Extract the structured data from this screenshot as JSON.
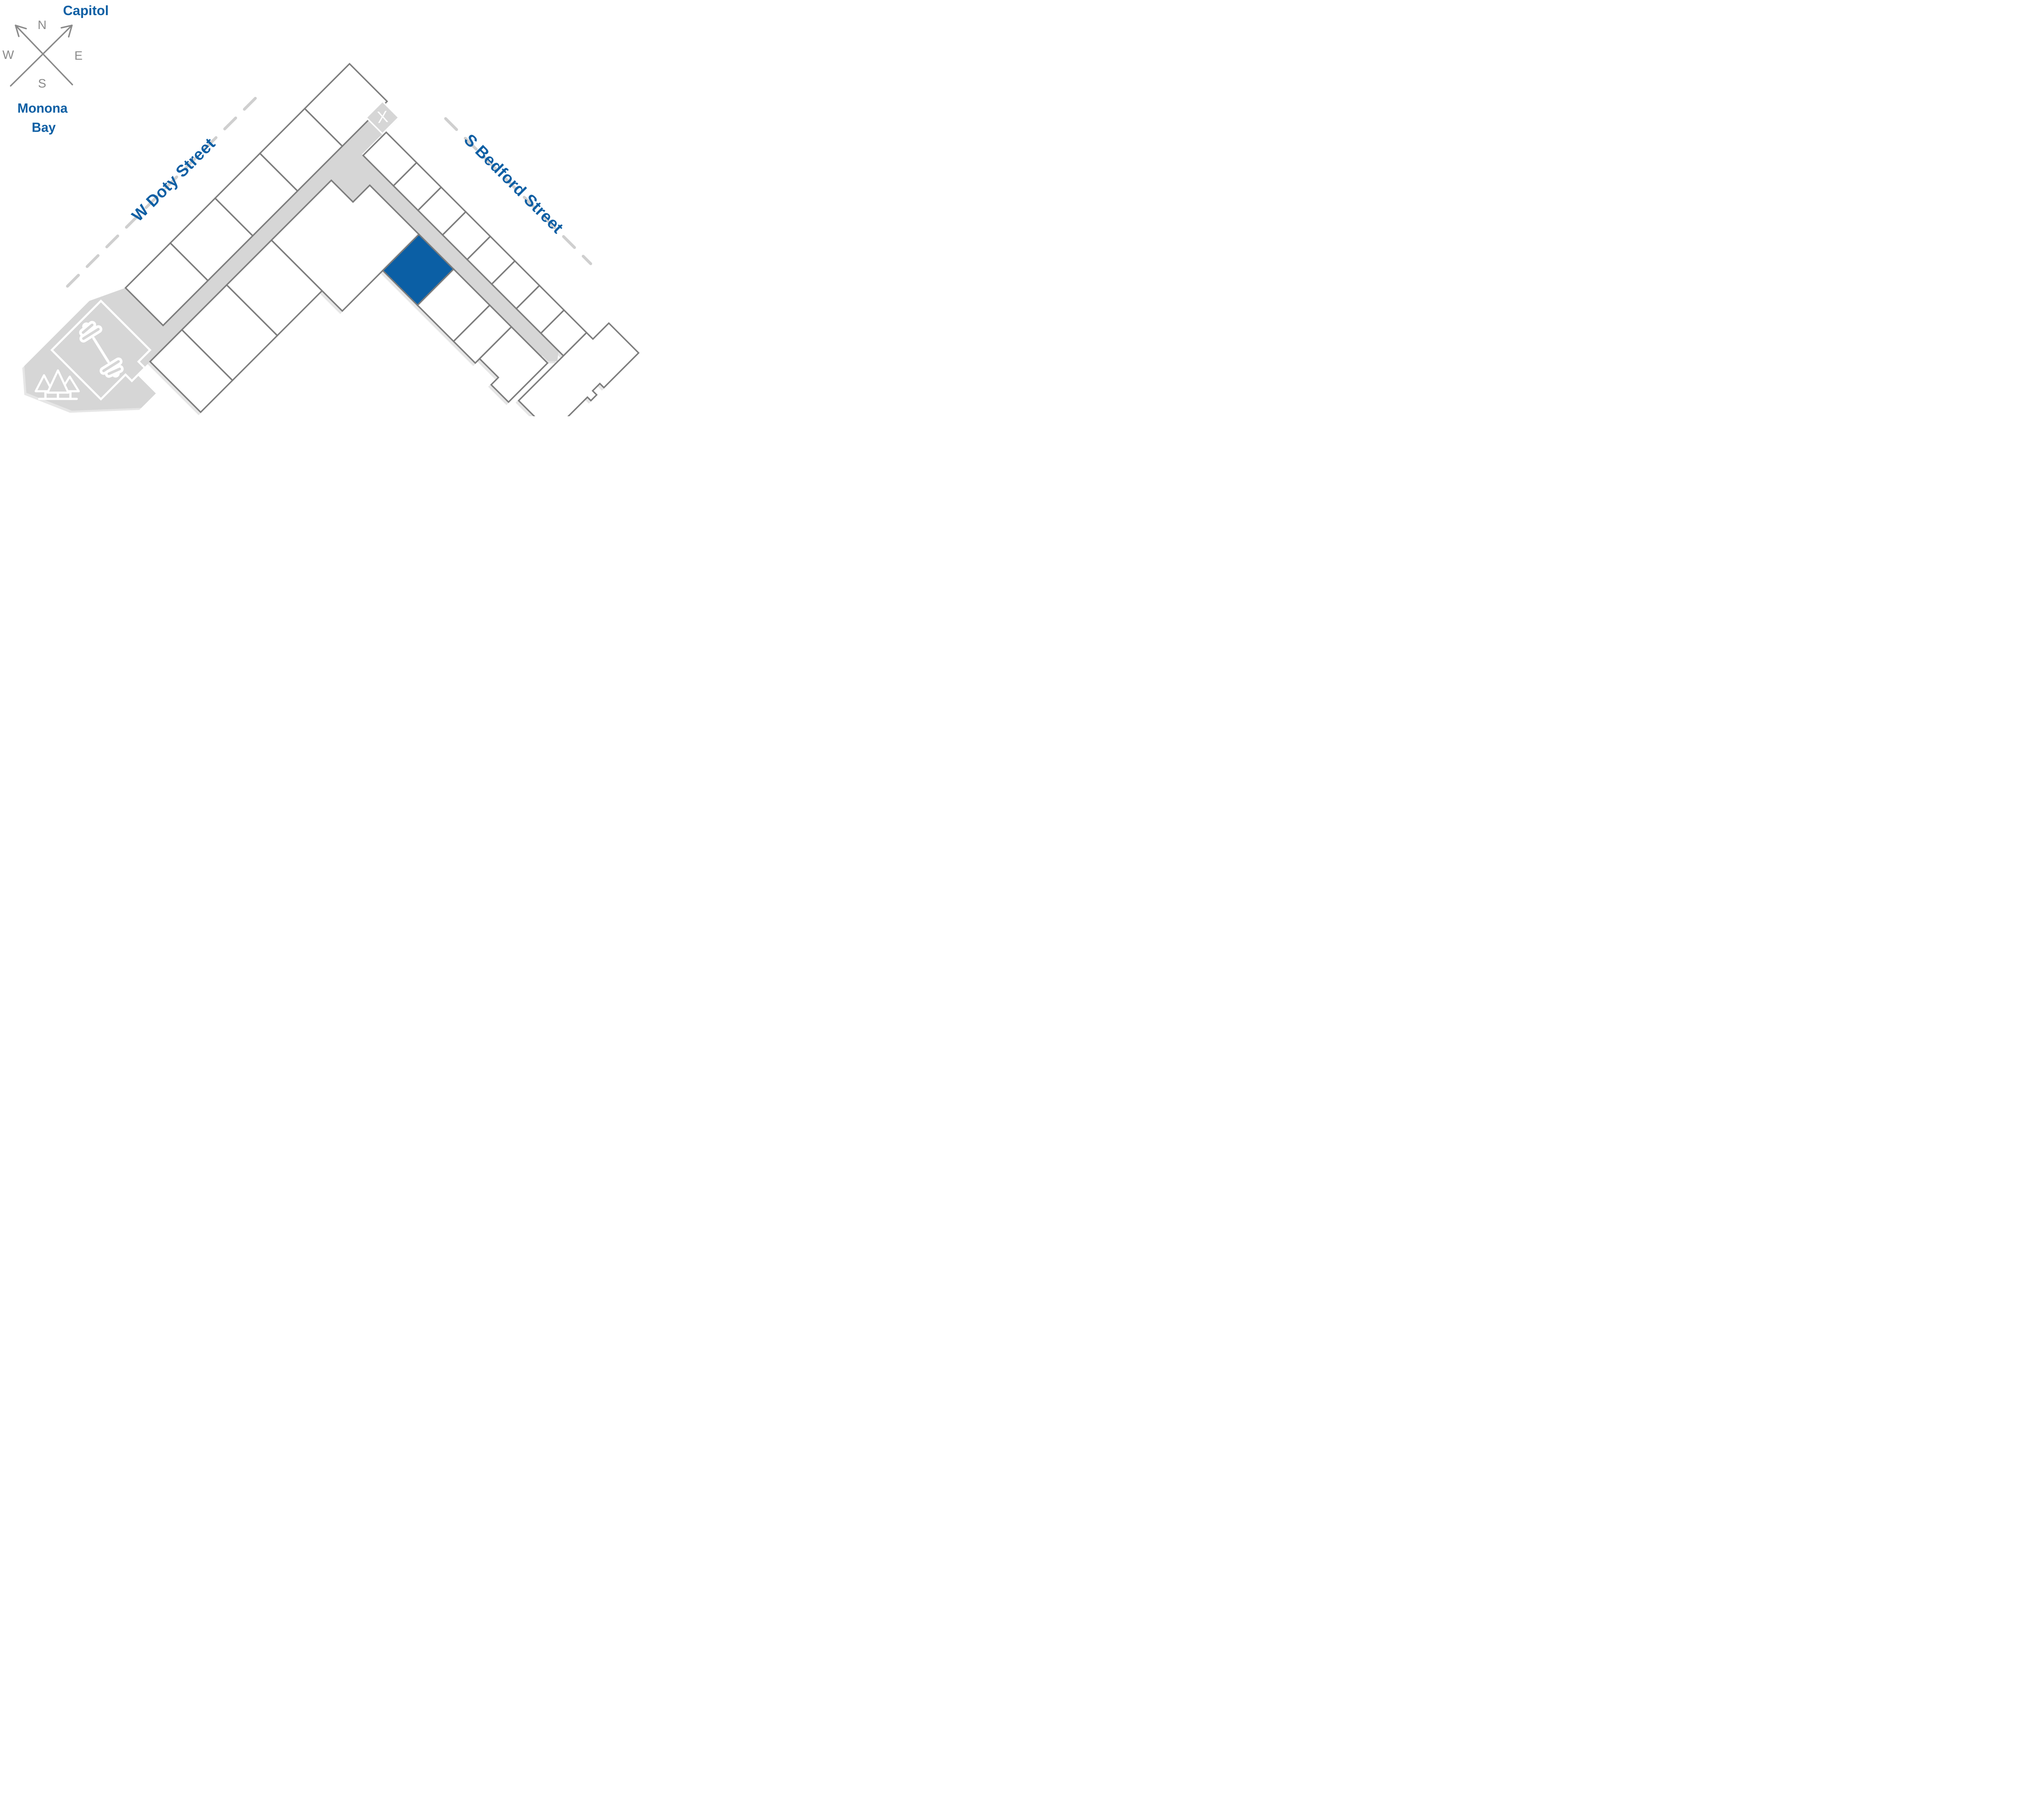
{
  "page": {
    "type": "residential-site-plan"
  },
  "compass": {
    "north": "N",
    "east": "E",
    "south": "S",
    "west": "W"
  },
  "landmarks": {
    "capitol": "Capitol",
    "bay_line1": "Monona",
    "bay_line2": "Bay"
  },
  "streets": {
    "w_doty": "W Doty Street",
    "s_bedford": "S Bedford Street"
  },
  "map": {
    "x_marker_label": "X",
    "highlighted_unit": {
      "status": "selected",
      "fill": "#0B5FA5"
    },
    "amenity_icons": [
      "dumbbell-icon",
      "pine-trees-icon"
    ],
    "wings": [
      "W Doty Street wing",
      "S Bedford Street wing"
    ]
  },
  "colors": {
    "accent_blue": "#0B5FA5",
    "text_blue": "#0E5FA4",
    "line_gray": "#7B7B7B",
    "corridor_gray": "#D6D6D6",
    "dash_gray": "#CFCFCF",
    "compass_gray": "#8A8A8A",
    "shadow_gray": "#E6E6E6",
    "background": "#FFFFFF"
  }
}
